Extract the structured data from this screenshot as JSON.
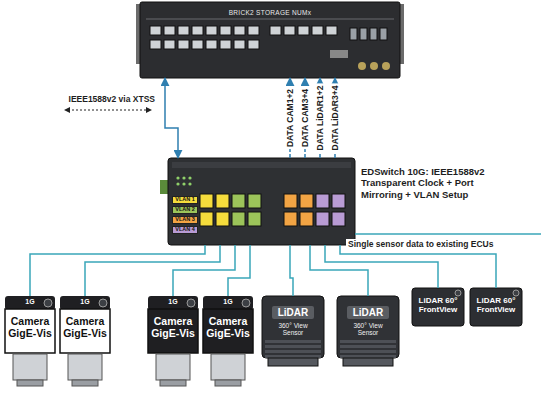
{
  "diagram": {
    "nodes": [
      {
        "text": [
          "BRICK2 STORAGE NUMx"
        ]
      },
      {
        "text": [
          "EDSwitch 10G: IEEE1588v2 Transparent Clock + Port Mirroring + VLAN Setup"
        ]
      },
      {
        "text": [
          "1G",
          "Camera GigE-Vis"
        ]
      },
      {
        "text": [
          "1G",
          "Camera GigE-Vis"
        ]
      },
      {
        "text": [
          "1G",
          "Camera GigE-Vis"
        ]
      },
      {
        "text": [
          "1G",
          "Camera GigE-Vis"
        ]
      },
      {
        "text": [
          "LiDAR",
          "360° View Sensor"
        ]
      },
      {
        "text": [
          "LiDAR",
          "360° View Sensor"
        ]
      },
      {
        "text": [
          "LiDAR 60° FrontView"
        ]
      },
      {
        "text": [
          "LiDAR 60° FrontView"
        ]
      }
    ],
    "edges": [
      {
        "from": 0,
        "to": 1,
        "label": "IEEE1588v2 via XTSS",
        "arrow": "both"
      },
      {
        "from": 1,
        "to": 0,
        "label": "DATA CAM1+2",
        "arrow": "to"
      },
      {
        "from": 1,
        "to": 0,
        "label": "DATA CAM3+4",
        "arrow": "to"
      },
      {
        "from": 1,
        "to": 0,
        "label": "DATA LiDAR1+2",
        "arrow": "to"
      },
      {
        "from": 1,
        "to": 0,
        "label": "DATA LiDAR3+4",
        "arrow": "to"
      },
      {
        "from": 1,
        "to": 2,
        "arrow": "none"
      },
      {
        "from": 1,
        "to": 3,
        "arrow": "none"
      },
      {
        "from": 1,
        "to": 4,
        "arrow": "none"
      },
      {
        "from": 1,
        "to": 5,
        "arrow": "none"
      },
      {
        "from": 1,
        "to": 6,
        "arrow": "none"
      },
      {
        "from": 1,
        "to": 7,
        "arrow": "none"
      },
      {
        "from": 1,
        "to": 8,
        "arrow": "none"
      },
      {
        "from": 1,
        "to": 9,
        "arrow": "none"
      }
    ],
    "labels": [
      "Single sensor data to existing ECUs"
    ],
    "legend": [
      {
        "text": "VLAN 1",
        "color": "#f5dc3c"
      },
      {
        "text": "VLAN 2",
        "color": "#9cc45a"
      },
      {
        "text": "VLAN 3",
        "color": "#f2a444"
      },
      {
        "text": "VLAN 4",
        "color": "#b89bd4"
      }
    ]
  }
}
